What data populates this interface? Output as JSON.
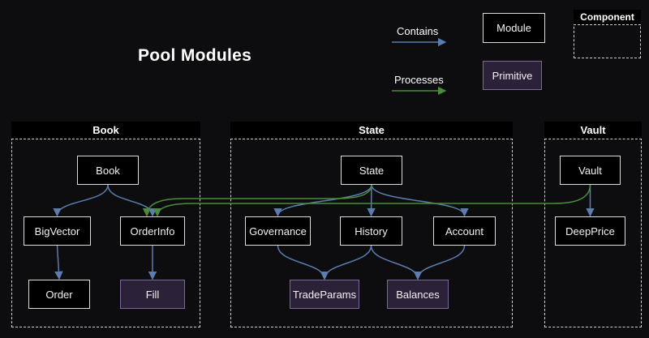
{
  "title": "Pool Modules",
  "legend": {
    "contains_label": "Contains",
    "processes_label": "Processes",
    "module_label": "Module",
    "primitive_label": "Primitive",
    "component_label": "Component"
  },
  "colors": {
    "contains_arrow": "#5b7db1",
    "processes_arrow": "#4a8c3a",
    "module_fill": "#000000",
    "module_border": "#dcdcdc",
    "primitive_fill": "#2b2138",
    "primitive_border": "#786a94"
  },
  "groups": [
    {
      "id": "book",
      "title": "Book"
    },
    {
      "id": "state",
      "title": "State"
    },
    {
      "id": "vault",
      "title": "Vault"
    }
  ],
  "nodes": [
    {
      "id": "book-module",
      "label": "Book",
      "type": "module",
      "group": "book"
    },
    {
      "id": "bigvector",
      "label": "BigVector",
      "type": "module",
      "group": "book"
    },
    {
      "id": "orderinfo",
      "label": "OrderInfo",
      "type": "module",
      "group": "book"
    },
    {
      "id": "order",
      "label": "Order",
      "type": "module",
      "group": "book"
    },
    {
      "id": "fill",
      "label": "Fill",
      "type": "primitive",
      "group": "book"
    },
    {
      "id": "state-module",
      "label": "State",
      "type": "module",
      "group": "state"
    },
    {
      "id": "governance",
      "label": "Governance",
      "type": "module",
      "group": "state"
    },
    {
      "id": "history",
      "label": "History",
      "type": "module",
      "group": "state"
    },
    {
      "id": "account",
      "label": "Account",
      "type": "module",
      "group": "state"
    },
    {
      "id": "tradeparams",
      "label": "TradeParams",
      "type": "primitive",
      "group": "state"
    },
    {
      "id": "balances",
      "label": "Balances",
      "type": "primitive",
      "group": "state"
    },
    {
      "id": "vault-module",
      "label": "Vault",
      "type": "module",
      "group": "vault"
    },
    {
      "id": "deepprice",
      "label": "DeepPrice",
      "type": "module",
      "group": "vault"
    }
  ],
  "edges": [
    {
      "from": "book-module",
      "to": "bigvector",
      "type": "contains"
    },
    {
      "from": "book-module",
      "to": "orderinfo",
      "type": "contains"
    },
    {
      "from": "bigvector",
      "to": "order",
      "type": "contains"
    },
    {
      "from": "orderinfo",
      "to": "fill",
      "type": "contains"
    },
    {
      "from": "state-module",
      "to": "governance",
      "type": "contains"
    },
    {
      "from": "state-module",
      "to": "history",
      "type": "contains"
    },
    {
      "from": "state-module",
      "to": "account",
      "type": "contains"
    },
    {
      "from": "governance",
      "to": "tradeparams",
      "type": "contains"
    },
    {
      "from": "history",
      "to": "tradeparams",
      "type": "contains"
    },
    {
      "from": "history",
      "to": "balances",
      "type": "contains"
    },
    {
      "from": "account",
      "to": "balances",
      "type": "contains"
    },
    {
      "from": "vault-module",
      "to": "deepprice",
      "type": "contains"
    },
    {
      "from": "state-module",
      "to": "orderinfo",
      "type": "processes"
    },
    {
      "from": "vault-module",
      "to": "orderinfo",
      "type": "processes"
    }
  ]
}
